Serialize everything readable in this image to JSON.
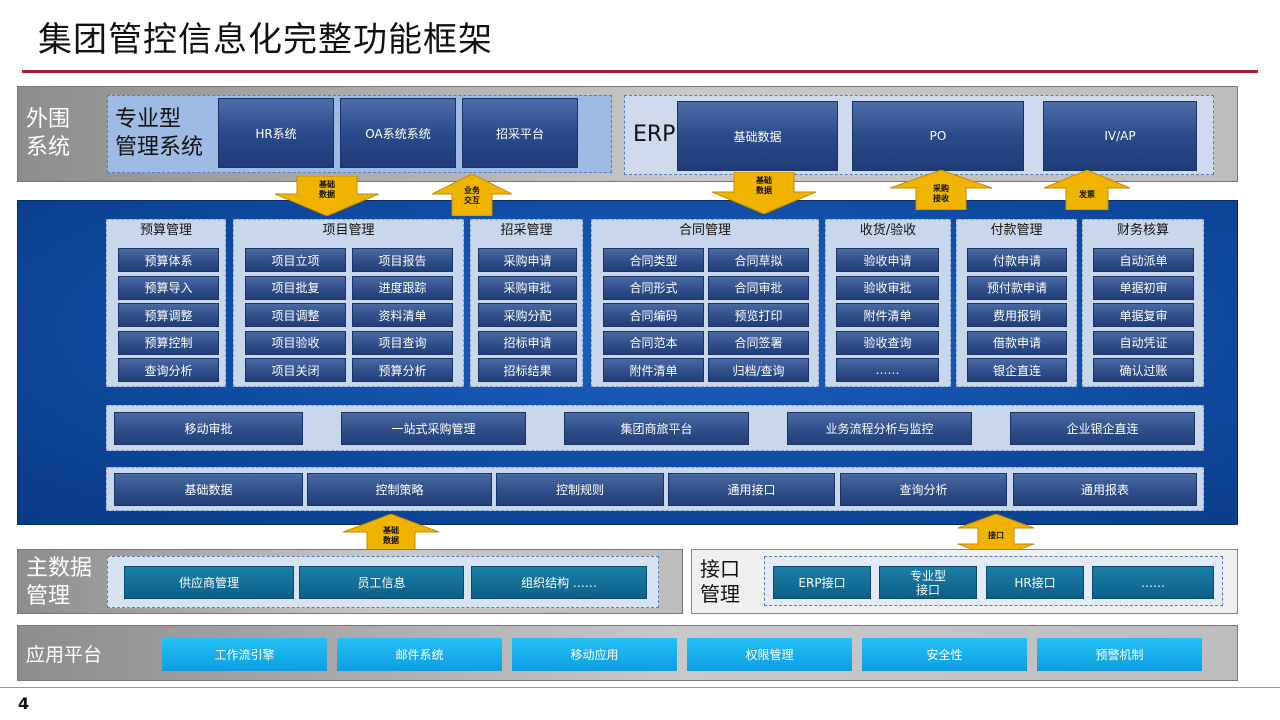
{
  "title": "集团管控信息化完整功能框架",
  "page_number": "4",
  "periphery": {
    "label": "外围\n系统",
    "professional": {
      "label": "专业型\n管理系统",
      "items": [
        "HR系统",
        "OA系统系统",
        "招采平台"
      ]
    },
    "erp": {
      "label": "ERP",
      "items": [
        "基础数据",
        "PO",
        "IV/AP"
      ]
    }
  },
  "arrows": {
    "down_basic": "基础\n数据",
    "up_business": "业务\n交互",
    "down_erp_basic": "基础\n数据",
    "up_receive": "采购\n接收",
    "up_invoice": "发票",
    "up_master_basic": "基础\n数据",
    "both_interface": "接口"
  },
  "modules": [
    {
      "title": "预算管理",
      "items": [
        "预算体系",
        "预算导入",
        "预算调整",
        "预算控制",
        "查询分析"
      ]
    },
    {
      "title": "项目管理",
      "items": [
        "项目立项",
        "项目报告",
        "项目批复",
        "进度跟踪",
        "项目调整",
        "资料清单",
        "项目验收",
        "项目查询",
        "项目关闭",
        "预算分析"
      ]
    },
    {
      "title": "招采管理",
      "items": [
        "采购申请",
        "采购审批",
        "采购分配",
        "招标申请",
        "招标结果"
      ]
    },
    {
      "title": "合同管理",
      "items": [
        "合同类型",
        "合同草拟",
        "合同形式",
        "合同审批",
        "合同编码",
        "预览打印",
        "合同范本",
        "合同签署",
        "附件清单",
        "归档/查询"
      ]
    },
    {
      "title": "收货/验收",
      "items": [
        "验收申请",
        "验收审批",
        "附件清单",
        "验收查询",
        "……"
      ]
    },
    {
      "title": "付款管理",
      "items": [
        "付款申请",
        "预付款申请",
        "费用报销",
        "借款申请",
        "银企直连"
      ]
    },
    {
      "title": "财务核算",
      "items": [
        "自动派单",
        "单据初审",
        "单据复审",
        "自动凭证",
        "确认过账"
      ]
    }
  ],
  "middle_strip": [
    "移动审批",
    "一站式采购管理",
    "集团商旅平台",
    "业务流程分析与监控",
    "企业银企直连"
  ],
  "bottom_strip": [
    "基础数据",
    "控制策略",
    "控制规则",
    "通用接口",
    "查询分析",
    "通用报表"
  ],
  "master_data": {
    "label": "主数据\n管理",
    "items": [
      "供应商管理",
      "员工信息",
      "组织结构 ……"
    ]
  },
  "interface": {
    "label": "接口\n管理",
    "items": [
      "ERP接口",
      "专业型\n接口",
      "HR接口",
      "……"
    ]
  },
  "platform": {
    "label": "应用平台",
    "items": [
      "工作流引擎",
      "邮件系统",
      "移动应用",
      "权限管理",
      "安全性",
      "预警机制"
    ]
  },
  "colors": {
    "accent_rule": "#a3203a",
    "core_blue": "#0f4aa0",
    "arrow_gold": "#f0b400"
  }
}
